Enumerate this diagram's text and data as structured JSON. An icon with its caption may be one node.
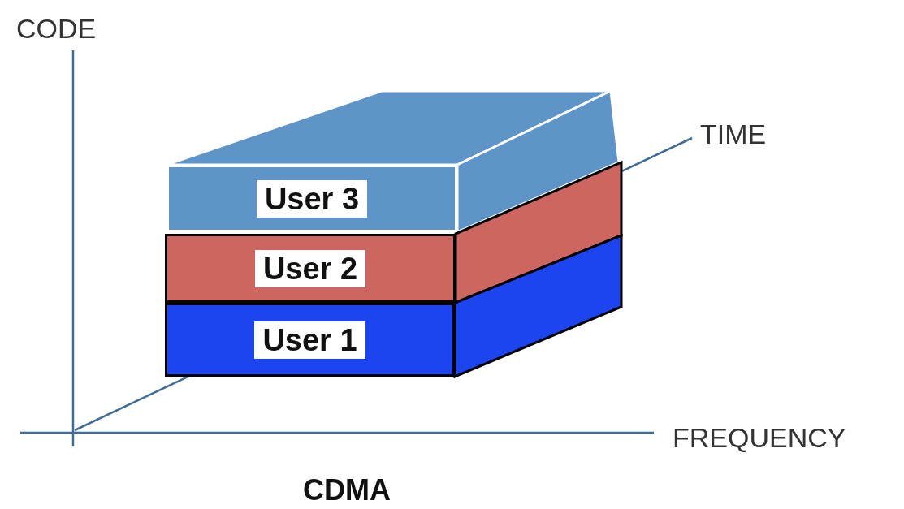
{
  "diagram": {
    "caption": "CDMA",
    "nodes": [
      {
        "text": [
          "User 3"
        ]
      },
      {
        "text": [
          "User 2"
        ]
      },
      {
        "text": [
          "User 1"
        ]
      }
    ],
    "labels": [
      "CODE",
      "TIME",
      "FREQUENCY"
    ]
  }
}
